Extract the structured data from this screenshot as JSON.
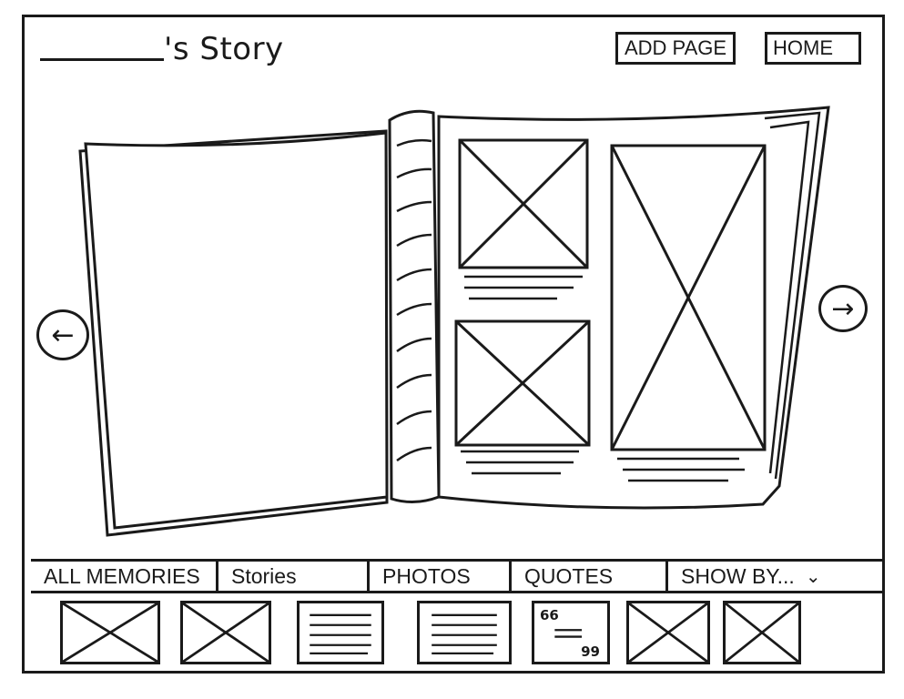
{
  "header": {
    "title_suffix": "'s Story",
    "add_page_label": "ADD PAGE",
    "home_label": "HOME"
  },
  "navigation": {
    "prev_icon": "arrow-left-icon",
    "next_icon": "arrow-right-icon",
    "prev_glyph": "←",
    "next_glyph": "→"
  },
  "tabs": [
    {
      "label": "ALL MEMORIES"
    },
    {
      "label": "Stories"
    },
    {
      "label": "PHOTOS"
    },
    {
      "label": "QUOTES"
    },
    {
      "label": "SHOW BY...",
      "icon": "chevron-down-icon",
      "glyph": "⌄"
    }
  ],
  "thumbnails": [
    {
      "type": "photo"
    },
    {
      "type": "photo"
    },
    {
      "type": "story"
    },
    {
      "type": "story"
    },
    {
      "type": "quote",
      "open_mark": "66",
      "close_mark": "99"
    },
    {
      "type": "photo"
    },
    {
      "type": "photo"
    }
  ],
  "colors": {
    "ink": "#1a1a1a",
    "paper": "#ffffff"
  }
}
